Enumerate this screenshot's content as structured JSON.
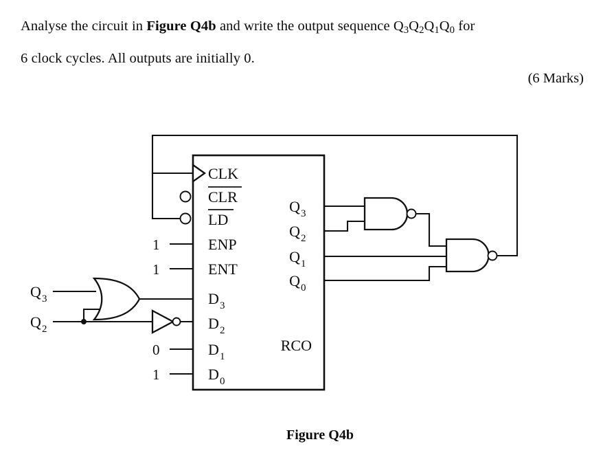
{
  "question": {
    "line1_part1": "Analyse the circuit in ",
    "line1_bold": "Figure Q4b",
    "line1_part2": " and write the output sequence Q",
    "line1_sub1": "3",
    "line1_mid1": "Q",
    "line1_sub2": "2",
    "line1_mid2": "Q",
    "line1_sub3": "1",
    "line1_mid3": "Q",
    "line1_sub4": "0",
    "line1_end": " for",
    "line2": "6 clock cycles. All outputs are initially 0.",
    "marks": "(6 Marks)"
  },
  "figure": {
    "caption": "Figure Q4b",
    "ic": {
      "inputs": [
        {
          "name": "CLK",
          "overbar": false,
          "bubble": false,
          "clock_wedge": true,
          "driver": ""
        },
        {
          "name": "CLR",
          "overbar": true,
          "bubble": true,
          "clock_wedge": false,
          "driver": ""
        },
        {
          "name": "LD",
          "overbar": true,
          "bubble": true,
          "clock_wedge": false,
          "driver": ""
        },
        {
          "name": "ENP",
          "overbar": false,
          "bubble": false,
          "clock_wedge": false,
          "driver": "1"
        },
        {
          "name": "ENT",
          "overbar": false,
          "bubble": false,
          "clock_wedge": false,
          "driver": "1"
        },
        {
          "name": "D",
          "sub": "3",
          "overbar": false,
          "bubble": false,
          "clock_wedge": false,
          "driver": ""
        },
        {
          "name": "D",
          "sub": "2",
          "overbar": false,
          "bubble": false,
          "clock_wedge": false,
          "driver": ""
        },
        {
          "name": "D",
          "sub": "1",
          "overbar": false,
          "bubble": false,
          "clock_wedge": false,
          "driver": "0"
        },
        {
          "name": "D",
          "sub": "0",
          "overbar": false,
          "bubble": false,
          "clock_wedge": false,
          "driver": "1"
        }
      ],
      "outputs": [
        {
          "name": "Q",
          "sub": "3"
        },
        {
          "name": "Q",
          "sub": "2"
        },
        {
          "name": "Q",
          "sub": "1"
        },
        {
          "name": "Q",
          "sub": "0"
        }
      ],
      "rco_label": "RCO"
    },
    "left_signals": [
      {
        "name": "Q",
        "sub": "3"
      },
      {
        "name": "Q",
        "sub": "2"
      }
    ],
    "gates": [
      {
        "id": "or1",
        "type": "OR",
        "inputs": [
          "Q3",
          "Q2"
        ],
        "output": "D3"
      },
      {
        "id": "inv1",
        "type": "NOT",
        "inputs": [
          "Q2"
        ],
        "output": "D2"
      },
      {
        "id": "nand1",
        "type": "NAND",
        "inputs": [
          "Q3",
          "Q2"
        ],
        "output": "nand2-in"
      },
      {
        "id": "nand2",
        "type": "NAND",
        "inputs": [
          "nand1",
          "Q1",
          "Q0"
        ],
        "output": "LD-feedback"
      }
    ]
  }
}
